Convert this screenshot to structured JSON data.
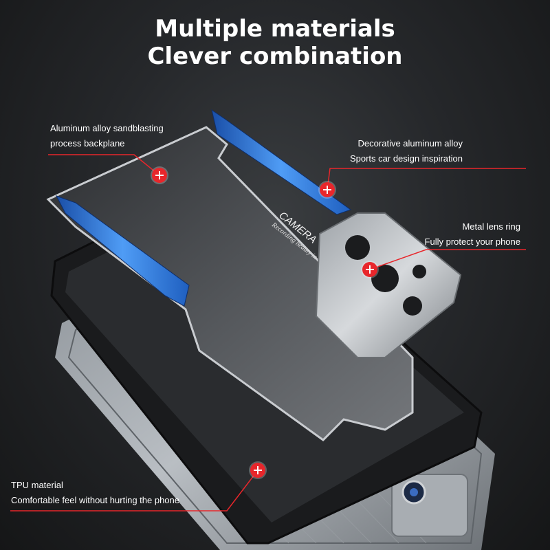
{
  "headline": {
    "line1": "Multiple materials",
    "line2": "Clever combination"
  },
  "callouts": [
    {
      "line1": "Aluminum alloy sandblasting",
      "line2": "process backplane"
    },
    {
      "line1": "Decorative aluminum alloy",
      "line2": "Sports car design inspiration"
    },
    {
      "line1": "Metal lens ring",
      "line2": "Fully protect your phone"
    },
    {
      "line1": "TPU material",
      "line2": "Comfortable feel without hurting the phone"
    }
  ],
  "plate": {
    "brand": "CAMERA",
    "slogan": "Recording beauty in life"
  },
  "colors": {
    "accent_red": "#e8262b",
    "stripe_blue": "#2f7de0",
    "background": "#26282b"
  }
}
